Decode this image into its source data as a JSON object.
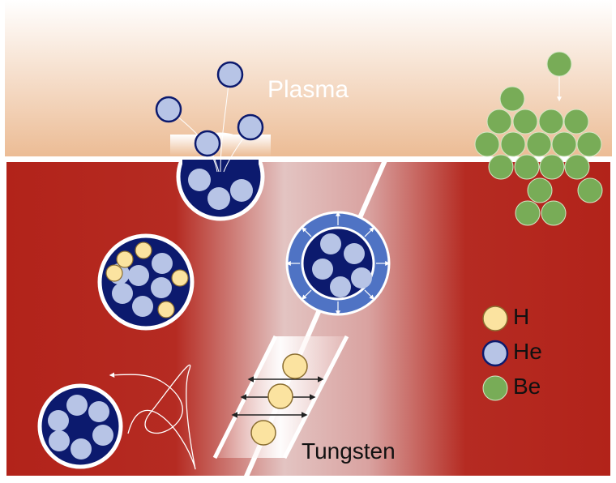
{
  "labels": {
    "plasma": "Plasma",
    "tungsten": "Tungsten"
  },
  "legend": [
    {
      "symbol": "H",
      "color": "#fbe3a0"
    },
    {
      "symbol": "He",
      "color": "#b7c4e6"
    },
    {
      "symbol": "Be",
      "color": "#78ac57"
    }
  ],
  "colors": {
    "plasma_top": "#ffffff",
    "plasma_bottom": "#ecbc95",
    "tungsten": "#b2231a",
    "bubble_fill": "#0c1a6e",
    "helium": "#b7c4e6",
    "hydrogen": "#fbe3a0",
    "beryllium": "#78ac57",
    "growth_ring": "#4f73c4"
  }
}
